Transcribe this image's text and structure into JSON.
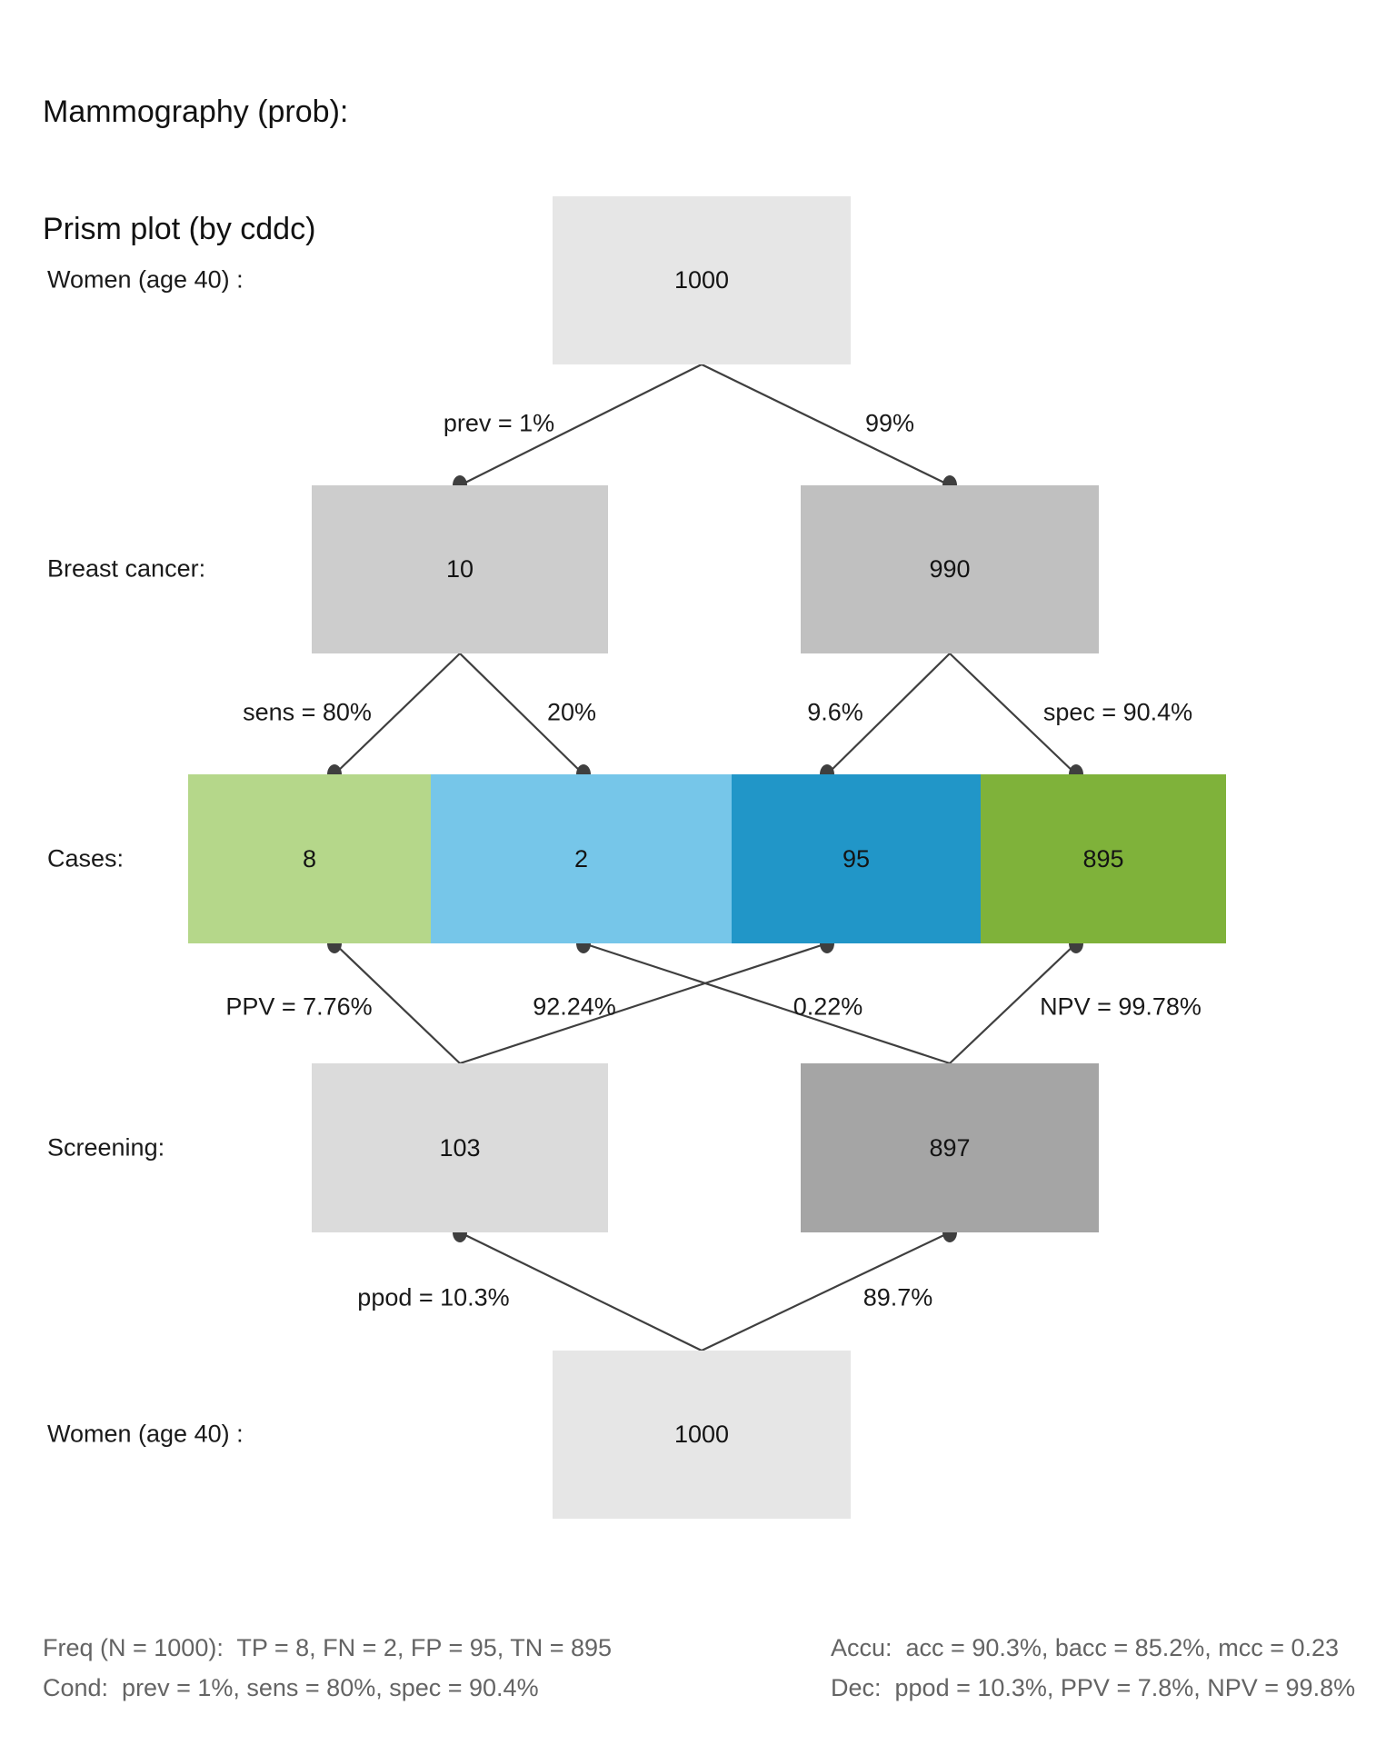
{
  "title": {
    "line1": "Mammography (prob):",
    "line2": "Prism plot (by cddc)"
  },
  "row_labels": [
    "Women (age 40) :",
    "Breast cancer:",
    "Cases:",
    "Screening:",
    "Women (age 40) :"
  ],
  "nodes": {
    "population_top": {
      "value": "1000",
      "color": "#e6e6e6"
    },
    "cancer_yes": {
      "value": "10",
      "color": "#cdcdcd"
    },
    "cancer_no": {
      "value": "990",
      "color": "#c0c0c0"
    },
    "cases": [
      {
        "name": "true-positive",
        "value": "8",
        "color": "#b5d78a"
      },
      {
        "name": "false-negative",
        "value": "2",
        "color": "#76c6e9"
      },
      {
        "name": "false-positive",
        "value": "95",
        "color": "#2196c8"
      },
      {
        "name": "true-negative",
        "value": "895",
        "color": "#7fb23a"
      }
    ],
    "screen_positive": {
      "value": "103",
      "color": "#dbdbdb"
    },
    "screen_negative": {
      "value": "897",
      "color": "#a5a5a5"
    },
    "population_bottom": {
      "value": "1000",
      "color": "#e6e6e6"
    }
  },
  "edge_labels": {
    "prev": "prev = 1%",
    "prev_comp": "99%",
    "sens": "sens = 80%",
    "miss_rate": "20%",
    "fallout": "9.6%",
    "spec": "spec = 90.4%",
    "ppv": "PPV = 7.76%",
    "fdr": "92.24%",
    "fomr": "0.22%",
    "npv": "NPV = 99.78%",
    "ppod": "ppod = 10.3%",
    "pnod": "89.7%"
  },
  "footer": {
    "freq": "Freq (N = 1000):  TP = 8, FN = 2, FP = 95, TN = 895",
    "cond": "Cond:  prev = 1%, sens = 80%, spec = 90.4%",
    "accu": "Accu:  acc = 90.3%, bacc = 85.2%, mcc = 0.23",
    "dec": "Dec:  ppod = 10.3%, PPV = 7.8%, NPV = 99.8%"
  },
  "line_color": "#3f3f3f"
}
